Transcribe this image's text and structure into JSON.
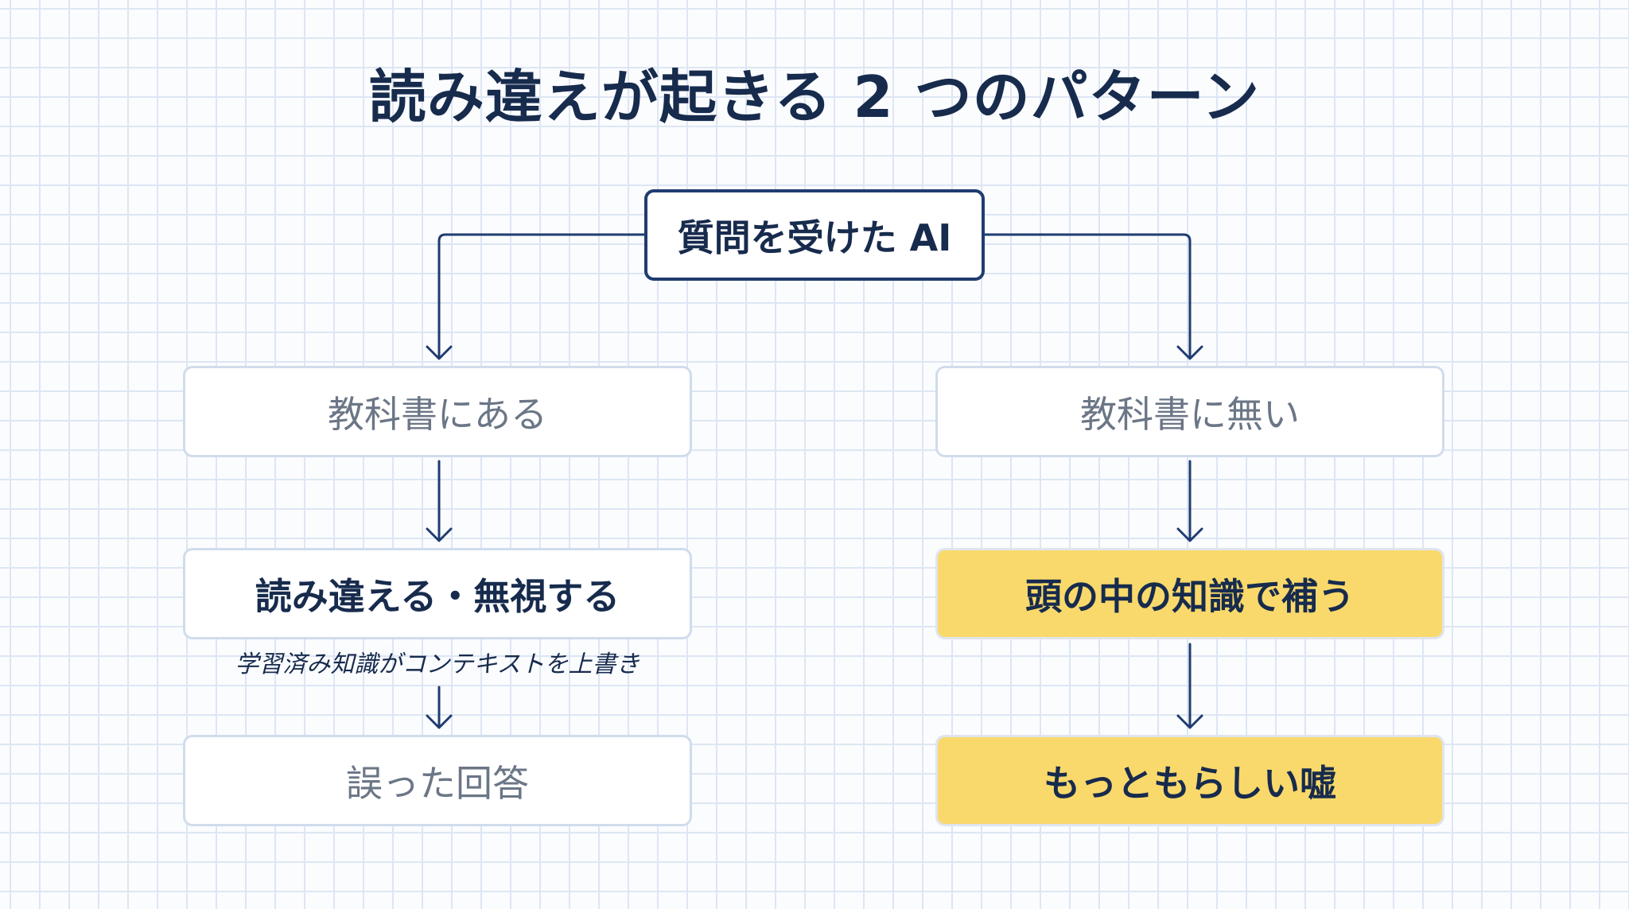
{
  "diagram": {
    "title": "読み違えが起きる 2 つのパターン",
    "root": "質問を受けた AI",
    "left_branch": {
      "condition": "教科書にある",
      "behavior": "読み違える・無視する",
      "note": "学習済み知識がコンテキストを上書き",
      "result": "誤った回答"
    },
    "right_branch": {
      "condition": "教科書に無い",
      "behavior": "頭の中の知識で補う",
      "result": "もっともらしい嘘"
    },
    "colors": {
      "navy": "#1f3c70",
      "text": "#172b4d",
      "muted_text": "#6b7686",
      "soft_border": "#d0dcec",
      "highlight": "#f9d96b",
      "grid": "#dde6f3"
    }
  }
}
